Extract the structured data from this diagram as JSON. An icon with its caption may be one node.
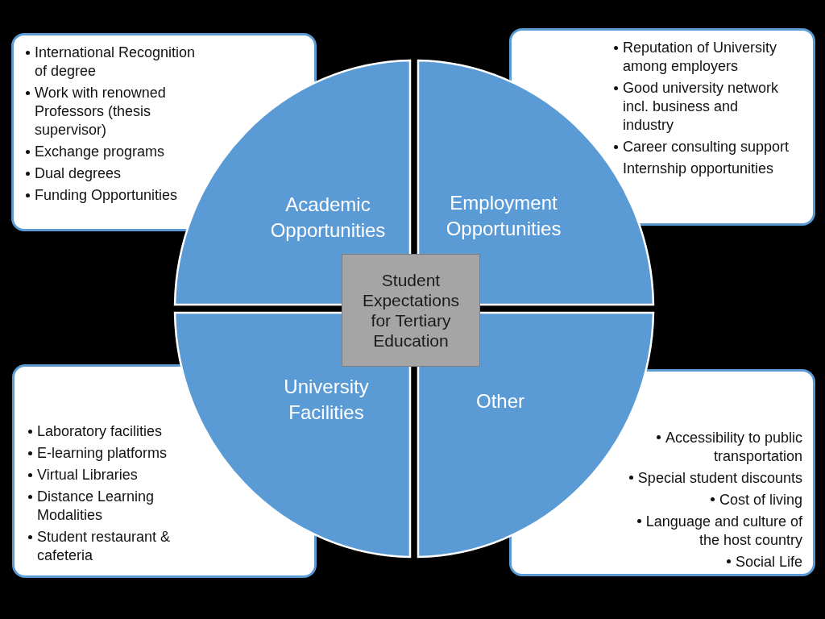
{
  "diagram": {
    "nodes": [
      {
        "text": [
          "International Recognition of degree",
          "Work with renowned Professors (thesis supervisor)",
          "Exchange programs",
          "Dual degrees",
          "Funding Opportunities"
        ]
      },
      {
        "text": [
          "Reputation of University among employers",
          "Good university network incl. business and industry",
          "Career consulting support",
          "Internship opportunities"
        ]
      },
      {
        "text": [
          "Academic Opportunities"
        ]
      },
      {
        "text": [
          "Employment Opportunities"
        ]
      },
      {
        "text": [
          "Student Expectations for Tertiary Education"
        ]
      },
      {
        "text": [
          "University Facilities"
        ]
      },
      {
        "text": [
          "Other"
        ]
      },
      {
        "text": [
          "Laboratory facilities",
          "E-learning platforms",
          "Virtual Libraries",
          "Distance Learning Modalities",
          "Student restaurant & cafeteria"
        ]
      },
      {
        "text": [
          "Accessibility to public transportation",
          "Special student discounts",
          "Cost of living",
          "Language and culture of the host country",
          "Social Life"
        ]
      }
    ]
  }
}
